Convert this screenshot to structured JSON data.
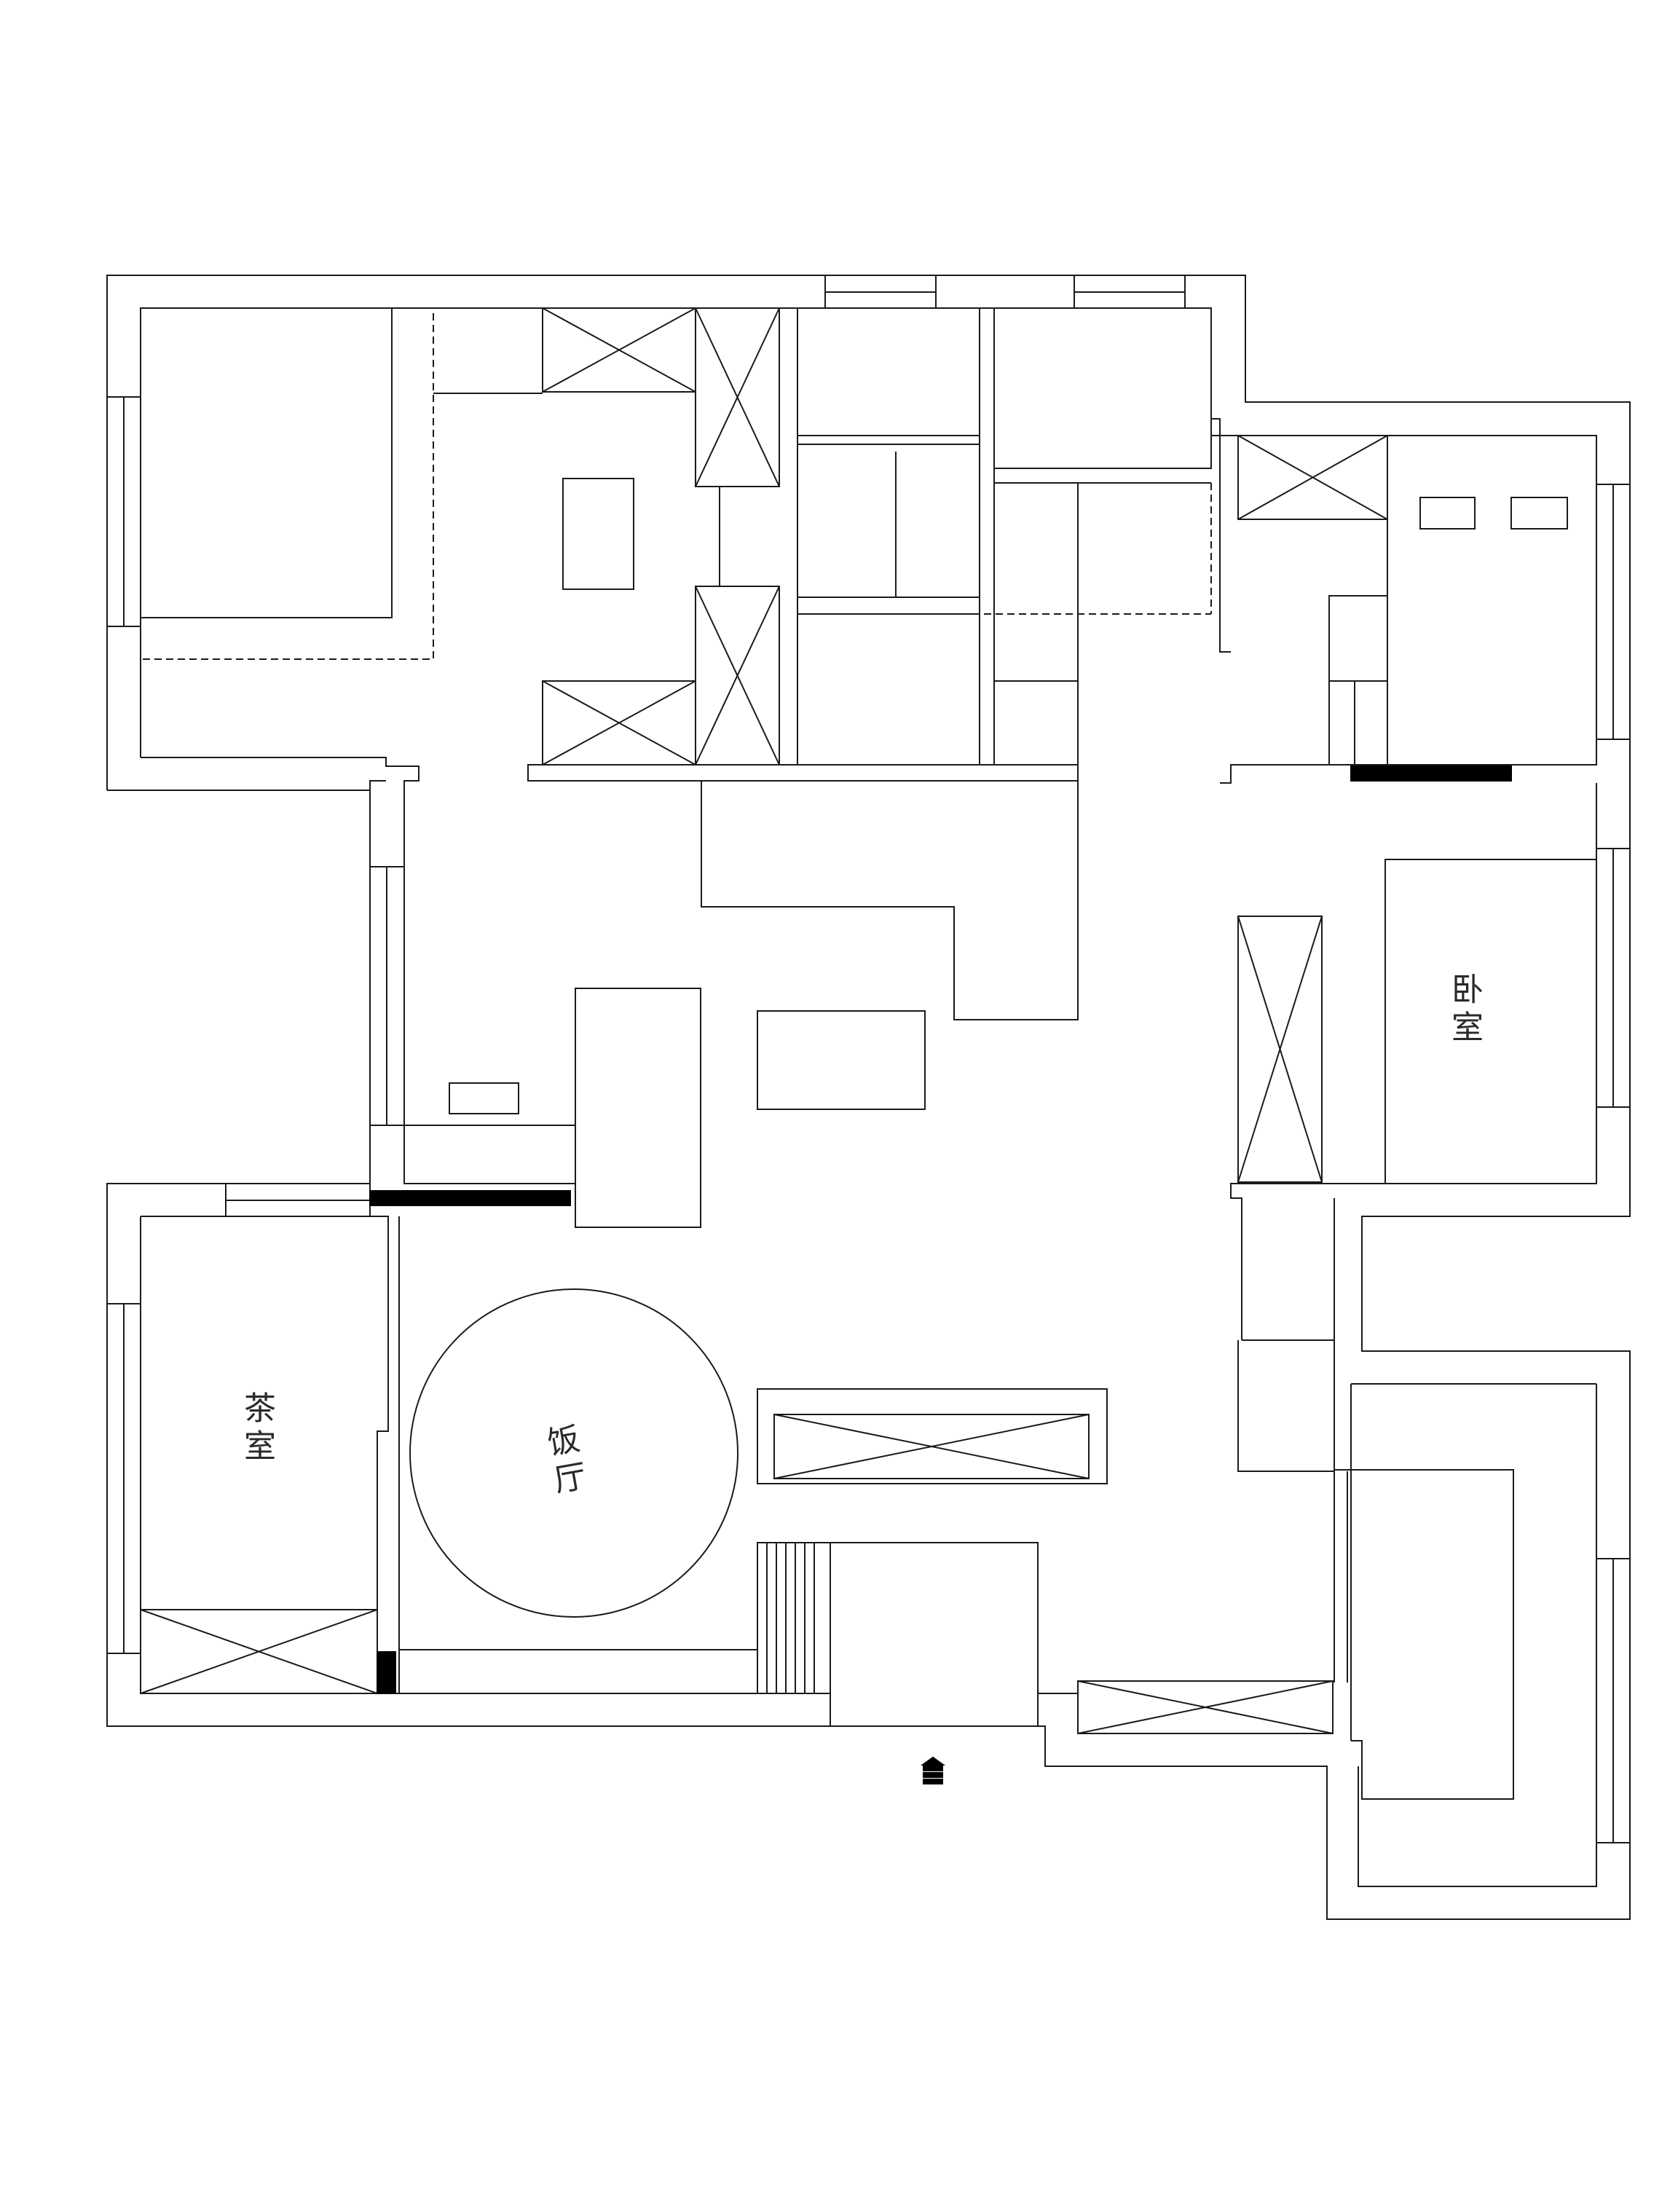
{
  "rooms": {
    "dining": "饭厅",
    "tea_room": "茶室",
    "bedroom": "卧室"
  },
  "icons": {
    "entrance": "entrance-arrow-icon"
  }
}
